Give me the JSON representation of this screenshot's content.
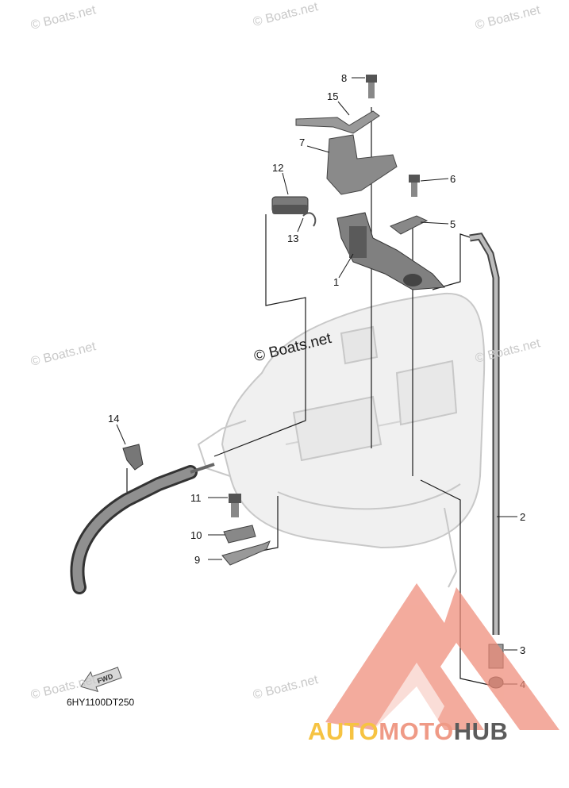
{
  "watermarks": [
    "© Boats.net",
    "© Boats.net",
    "© Boats.net",
    "© Boats.net",
    "© Boats.net",
    "© Boats.net",
    "© Boats.net"
  ],
  "center_watermark": "© Boats.net",
  "callouts": [
    "1",
    "2",
    "3",
    "4",
    "5",
    "6",
    "7",
    "8",
    "9",
    "10",
    "11",
    "12",
    "13",
    "14",
    "15"
  ],
  "fwd_label": "FWD",
  "part_code": "6HY1100DT250",
  "brand": {
    "part1": "AUTO",
    "part2": "MOTO",
    "part3": "HUB"
  },
  "colors": {
    "logo_red": "#ef8b78",
    "logo_yellow": "#f6c342",
    "logo_gray": "#5b5b5b",
    "line": "#1a1a1a",
    "ghost": "#cfcfcf"
  }
}
